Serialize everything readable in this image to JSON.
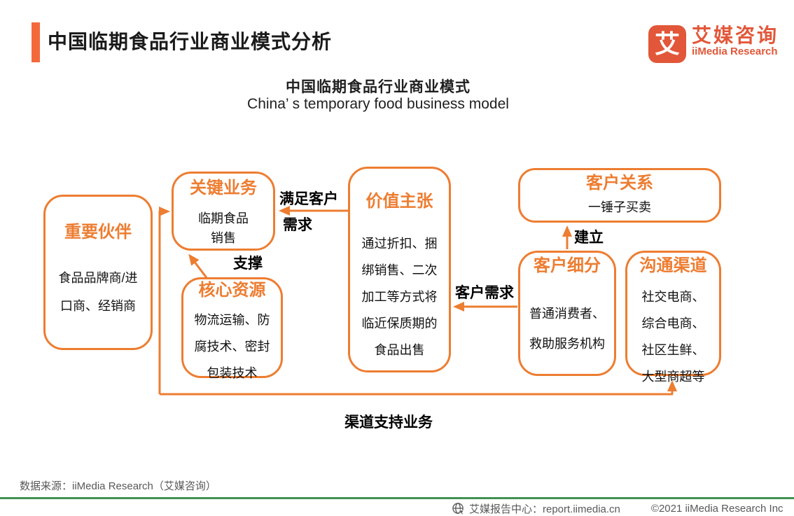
{
  "colors": {
    "accent_orange": "#ED7D31",
    "accent_bar": "#F4693C",
    "logo_orange": "#E25739",
    "footer_green": "#3F9150",
    "footer_gray": "#595959",
    "ink": "#1A1A1A"
  },
  "header": {
    "title": "中国临期食品行业商业模式分析"
  },
  "logo": {
    "icon_char": "艾",
    "name_cn": "艾媒咨询",
    "name_en": "iiMedia Research"
  },
  "subtitle": {
    "cn": "中国临期食品行业商业模式",
    "en": "China’ s temporary food business model"
  },
  "diagram": {
    "boxes": [
      {
        "id": "key-partners",
        "title": "重要伙伴",
        "lines": [
          "食品品牌商/进",
          "口商、经销商"
        ]
      },
      {
        "id": "key-activities",
        "title": "关键业务",
        "lines": [
          "临期食品",
          "销售"
        ]
      },
      {
        "id": "core-resources",
        "title": "核心资源",
        "lines": [
          "物流运输、防",
          "腐技术、密封",
          "包装技术"
        ]
      },
      {
        "id": "value-proposition",
        "title": "价值主张",
        "lines": [
          "通过折扣、捆",
          "绑销售、二次",
          "加工等方式将",
          "临近保质期的",
          "食品出售"
        ]
      },
      {
        "id": "customer-relations",
        "title": "客户关系",
        "lines": [
          "一锤子买卖"
        ]
      },
      {
        "id": "customer-segments",
        "title": "客户细分",
        "lines": [
          "普通消费者、",
          "救助服务机构"
        ]
      },
      {
        "id": "channels",
        "title": "沟通渠道",
        "lines": [
          "社交电商、",
          "综合电商、",
          "社区生鲜、",
          "大型商超等"
        ]
      }
    ],
    "arrow_labels": {
      "satisfy_line1": "满足客户",
      "satisfy_line2": "需求",
      "support": "支撑",
      "establish": "建立",
      "customer_demand": "客户需求",
      "channel_support": "渠道支持业务"
    }
  },
  "footer": {
    "source": "数据来源：iiMedia Research（艾媒咨询）",
    "report_center": "艾媒报告中心：report.iimedia.cn",
    "copyright": "©2021  iiMedia Research  Inc"
  }
}
